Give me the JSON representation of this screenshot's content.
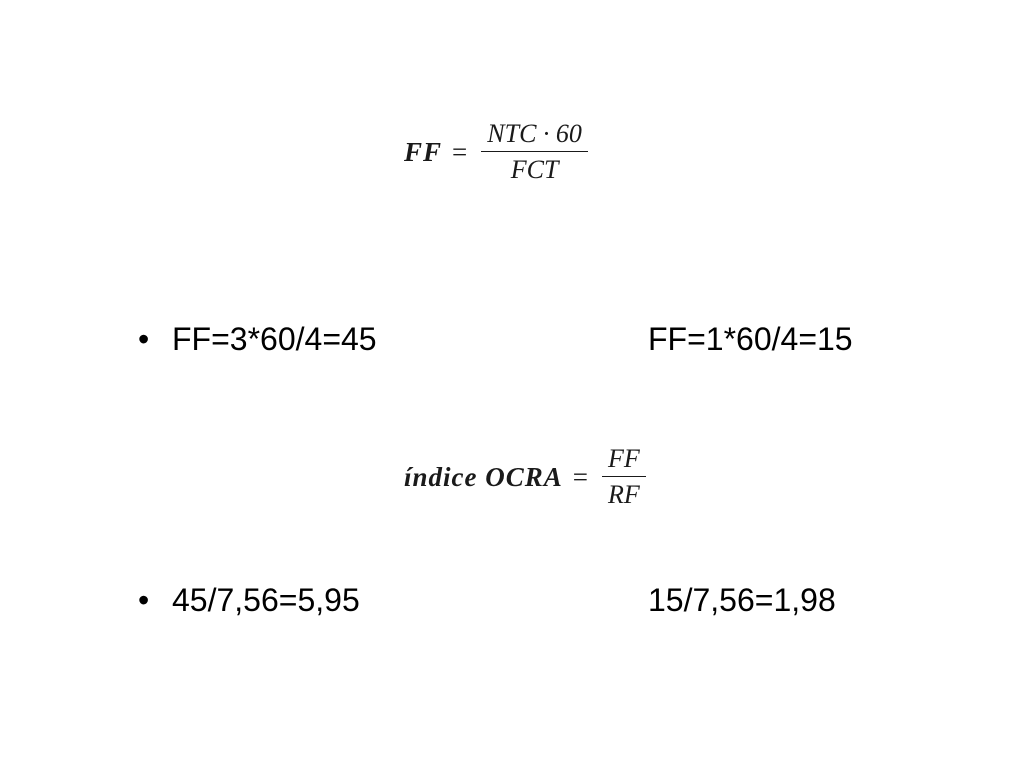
{
  "formula_ff": {
    "lhs": "FF",
    "equals": "=",
    "numerator": "NTC · 60",
    "denominator": "FCT"
  },
  "bullet_1": {
    "bullet": "•",
    "left": "FF=3*60/4=45",
    "right": "FF=1*60/4=15"
  },
  "formula_ocra": {
    "lhs": "índice OCRA",
    "equals": "=",
    "numerator": "FF",
    "denominator": "RF"
  },
  "bullet_2": {
    "bullet": "•",
    "left": "45/7,56=5,95",
    "right": "15/7,56=1,98"
  }
}
